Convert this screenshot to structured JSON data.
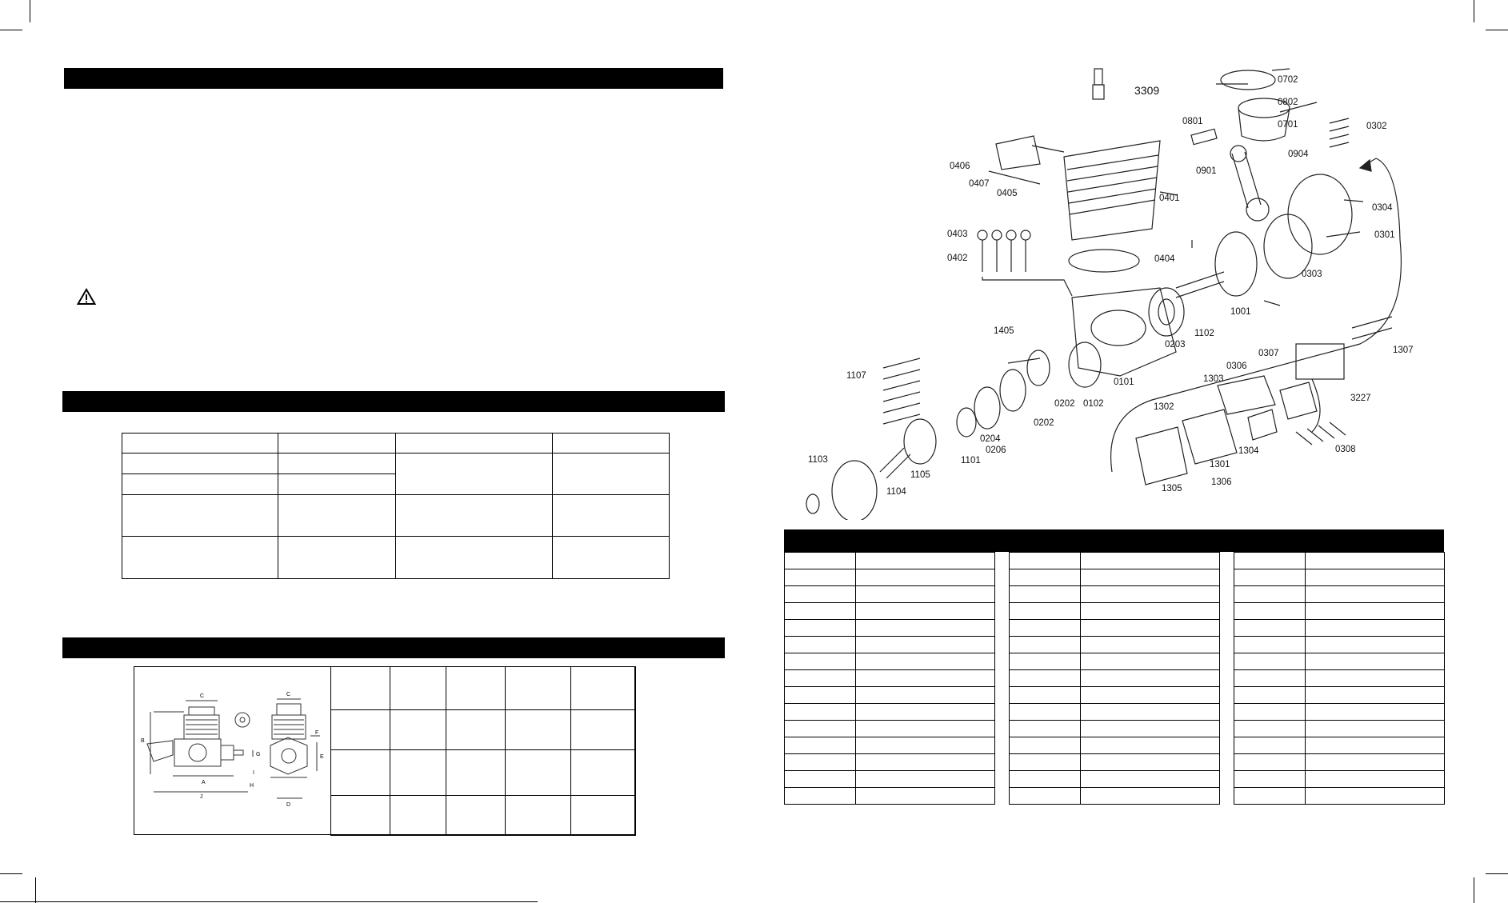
{
  "callouts": [
    {
      "id": "c3309",
      "label": "3309"
    },
    {
      "id": "c0702",
      "label": "0702"
    },
    {
      "id": "c0802",
      "label": "0802"
    },
    {
      "id": "c0801",
      "label": "0801"
    },
    {
      "id": "c0701",
      "label": "0701"
    },
    {
      "id": "c0302",
      "label": "0302"
    },
    {
      "id": "c0406",
      "label": "0406"
    },
    {
      "id": "c0407",
      "label": "0407"
    },
    {
      "id": "c0405",
      "label": "0405"
    },
    {
      "id": "c0401",
      "label": "0401"
    },
    {
      "id": "c0904",
      "label": "0904"
    },
    {
      "id": "c0901",
      "label": "0901"
    },
    {
      "id": "c0304",
      "label": "0304"
    },
    {
      "id": "c0403",
      "label": "0403"
    },
    {
      "id": "c0301",
      "label": "0301"
    },
    {
      "id": "c0402",
      "label": "0402"
    },
    {
      "id": "c0404",
      "label": "0404"
    },
    {
      "id": "c0303",
      "label": "0303"
    },
    {
      "id": "c1001",
      "label": "1001"
    },
    {
      "id": "c1102",
      "label": "1102"
    },
    {
      "id": "c1405",
      "label": "1405"
    },
    {
      "id": "c0203",
      "label": "0203"
    },
    {
      "id": "c0307",
      "label": "0307"
    },
    {
      "id": "c1307",
      "label": "1307"
    },
    {
      "id": "c0306",
      "label": "0306"
    },
    {
      "id": "c1107",
      "label": "1107"
    },
    {
      "id": "c0101",
      "label": "0101"
    },
    {
      "id": "c1303",
      "label": "1303"
    },
    {
      "id": "c3227",
      "label": "3227"
    },
    {
      "id": "c0102",
      "label": "0102"
    },
    {
      "id": "c0202",
      "label": "0202"
    },
    {
      "id": "c0202b",
      "label": "0202"
    },
    {
      "id": "c1302",
      "label": "1302"
    },
    {
      "id": "c0204",
      "label": "0204"
    },
    {
      "id": "c0206",
      "label": "0206"
    },
    {
      "id": "c1304",
      "label": "1304"
    },
    {
      "id": "c0308",
      "label": "0308"
    },
    {
      "id": "c1101",
      "label": "1101"
    },
    {
      "id": "c1301",
      "label": "1301"
    },
    {
      "id": "c1103",
      "label": "1103"
    },
    {
      "id": "c1105",
      "label": "1105"
    },
    {
      "id": "c1306",
      "label": "1306"
    },
    {
      "id": "c1104",
      "label": "1104"
    },
    {
      "id": "c1305",
      "label": "1305"
    }
  ],
  "dimension_letters": [
    "C",
    "B",
    "A",
    "J",
    "G",
    "I",
    "H",
    "C",
    "F",
    "E",
    "D"
  ],
  "icons": {
    "warning": "warning-triangle-icon"
  },
  "colors": {
    "bar": "#000000",
    "background": "#ffffff"
  }
}
